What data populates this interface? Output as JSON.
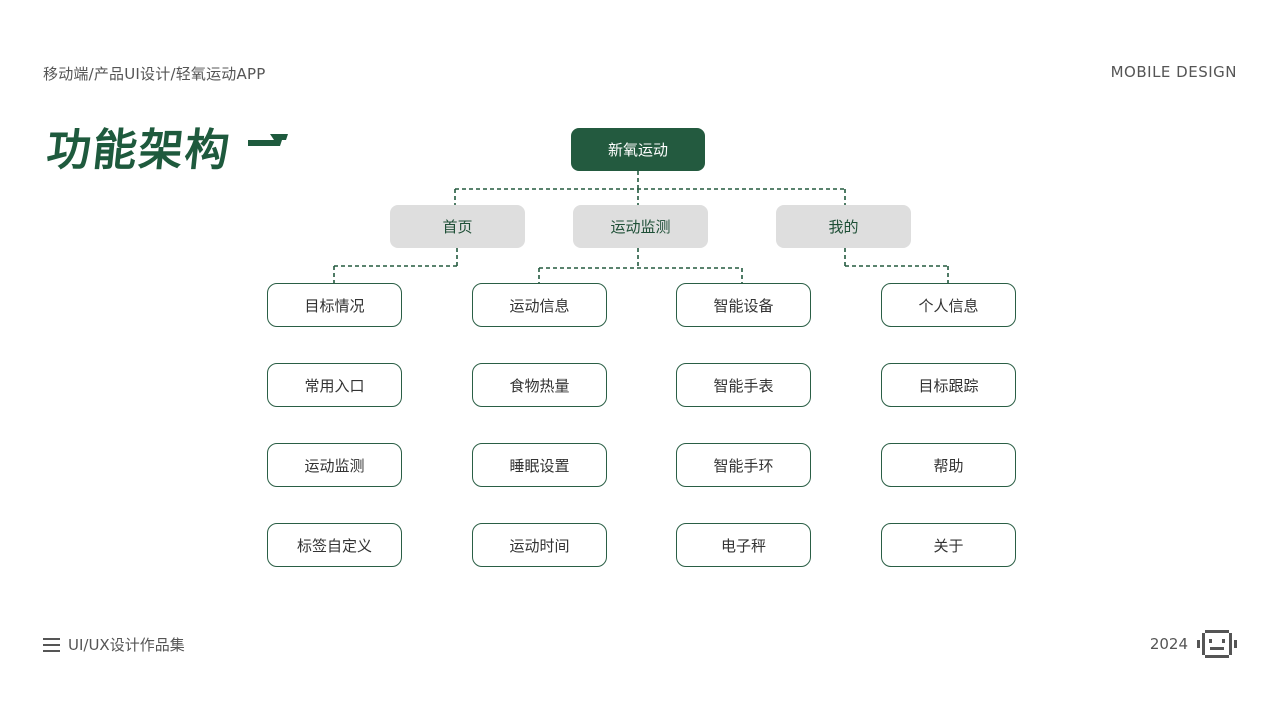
{
  "header": {
    "breadcrumb": "移动端/产品UI设计/轻氧运动APP",
    "brand": "MOBILE DESIGN",
    "title": "功能架构"
  },
  "diagram": {
    "root": "新氧运动",
    "categories": [
      {
        "label": "首页",
        "children": [
          "目标情况",
          "常用入口",
          "运动监测",
          "标签自定义"
        ]
      },
      {
        "label": "运动监测",
        "children": [
          [
            "运动信息",
            "食物热量",
            "睡眠设置",
            "运动时间"
          ],
          [
            "智能设备",
            "智能手表",
            "智能手环",
            "电子秤"
          ]
        ]
      },
      {
        "label": "我的",
        "children": [
          "个人信息",
          "目标跟踪",
          "帮助",
          "关于"
        ]
      }
    ],
    "columns": [
      [
        "目标情况",
        "常用入口",
        "运动监测",
        "标签自定义"
      ],
      [
        "运动信息",
        "食物热量",
        "睡眠设置",
        "运动时间"
      ],
      [
        "智能设备",
        "智能手表",
        "智能手环",
        "电子秤"
      ],
      [
        "个人信息",
        "目标跟踪",
        "帮助",
        "关于"
      ]
    ]
  },
  "footer": {
    "portfolio": "UI/UX设计作品集",
    "year": "2024"
  },
  "colors": {
    "accent": "#235a3f",
    "category_bg": "#dedede",
    "connector": "#235a3f"
  },
  "icons": {
    "menu": "menu-icon",
    "mascot": "robot-face-icon",
    "title_arrow": "arrow-icon"
  }
}
